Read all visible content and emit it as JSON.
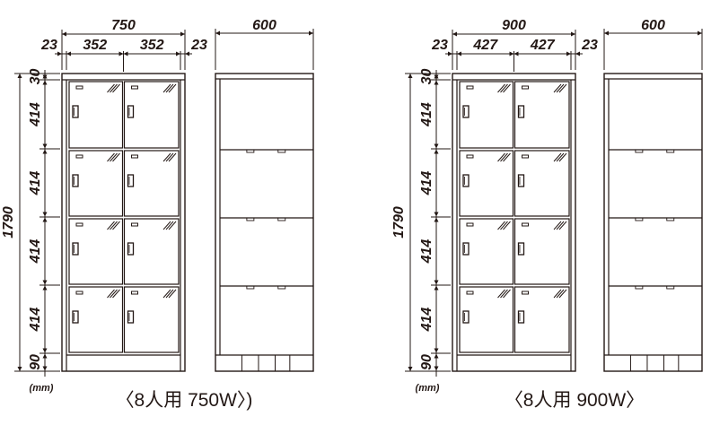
{
  "unit_label": "(mm)",
  "drawings": [
    {
      "caption": "〈8人用 750W〉)",
      "total_width": "750",
      "margin_left": "23",
      "door_width_1": "352",
      "door_width_2": "352",
      "margin_right": "23",
      "depth": "600",
      "total_height": "1790",
      "heights": [
        "30",
        "414",
        "414",
        "414",
        "414",
        "90"
      ]
    },
    {
      "caption": "〈8人用 900W〉",
      "total_width": "900",
      "margin_left": "23",
      "door_width_1": "427",
      "door_width_2": "427",
      "margin_right": "23",
      "depth": "600",
      "total_height": "1790",
      "heights": [
        "30",
        "414",
        "414",
        "414",
        "414",
        "90"
      ]
    }
  ],
  "colors": {
    "line": "#231815"
  }
}
